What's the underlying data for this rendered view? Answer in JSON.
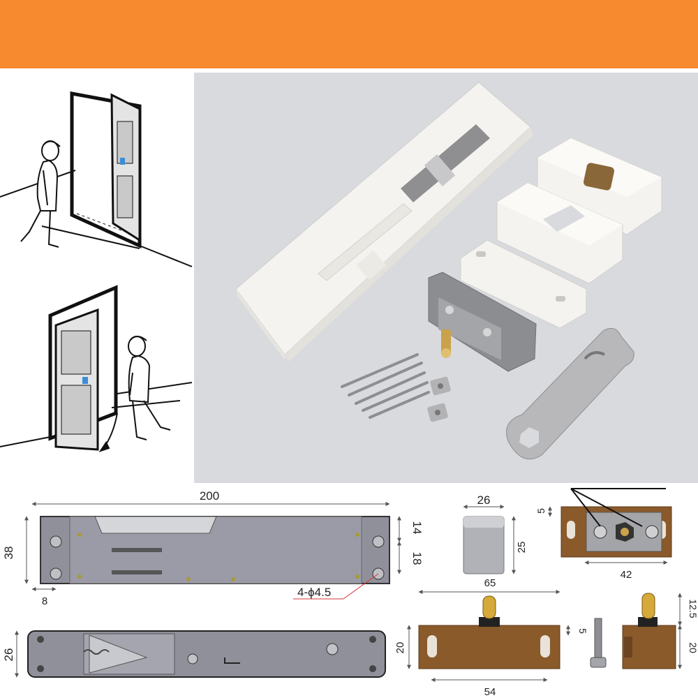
{
  "colors": {
    "banner": "#f7892f",
    "photo_background": "#d9dade",
    "product_white": "#f4f3ef",
    "housing_grey": "#8c8d90",
    "bronze": "#8a5a2b",
    "metal": "#b8b8ba",
    "drawing_plate": "#8f909a",
    "annotation_red": "#d8343a"
  },
  "icons": {
    "person": "walking-person-icon",
    "door": "door-icon",
    "swing_arrow": "curved-arrow-icon"
  },
  "dimensions": {
    "main_length": "200",
    "main_height": "38",
    "main_upper": "14",
    "main_lower": "18",
    "left_offset": "8",
    "holes": "4-ϕ4.5",
    "side_height": "26",
    "block_width": "26",
    "block_height": "25",
    "plate_top": "5",
    "plate_hole_span": "42",
    "housing_length": "65",
    "housing_height": "20",
    "housing_offset": "5",
    "housing_hole_span": "54",
    "pin_height": "12.5",
    "side_body_height": "20"
  }
}
